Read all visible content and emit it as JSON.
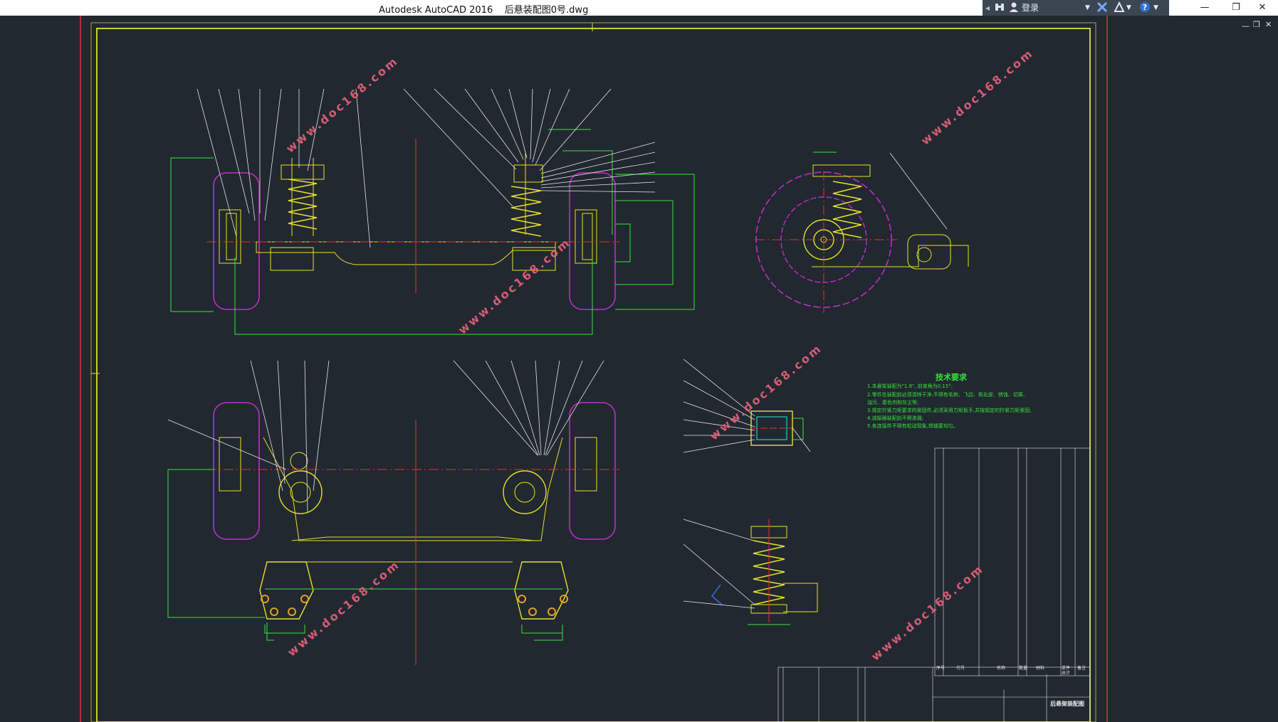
{
  "app": {
    "window_title_app": "Autodesk AutoCAD 2016",
    "window_title_file": "后悬装配图0号.dwg",
    "login_label": "登录",
    "help_label": "?"
  },
  "window_controls": {
    "minimize": "—",
    "restore": "❐",
    "close": "✕"
  },
  "doc_controls": {
    "minimize": "—",
    "restore": "❐",
    "close": "✕"
  },
  "watermark": {
    "text": "www.doc168.com"
  },
  "drawing": {
    "tech_requirements_title": "技术要求",
    "tech_requirements": [
      "1.本悬架装配为\"1.8\", 前束角为0.15°;",
      "2.零件在装配前必须清除干净,不得有毛刺、飞边、氧化皮、锈蚀、切屑、",
      "油污、着色剂和灰尘等;",
      "3.规定拧紧力矩要求的紧固件,必须采用力矩扳手,并按规定的拧紧力矩紧固;",
      "4.减振器装配前不得渗漏;",
      "5.各连接件不得有松动现象,焊缝要均匀。"
    ],
    "title_block_name": "后悬架装配图",
    "bom_header": [
      "序号",
      "代号",
      "名称",
      "数量",
      "材料",
      "单件",
      "总计",
      "备注"
    ]
  },
  "colors": {
    "background": "#212830",
    "frame": "#e0e030",
    "part": "#e8e02a",
    "tire": "#c52ac8",
    "dimension": "#37e33a",
    "center": "#e83030",
    "leader": "#e6e6e6",
    "watermark": "#e8607a"
  },
  "icons": [
    "binoculars-icon",
    "user-icon",
    "exchange-icon",
    "autodesk-a-icon",
    "help-icon"
  ]
}
